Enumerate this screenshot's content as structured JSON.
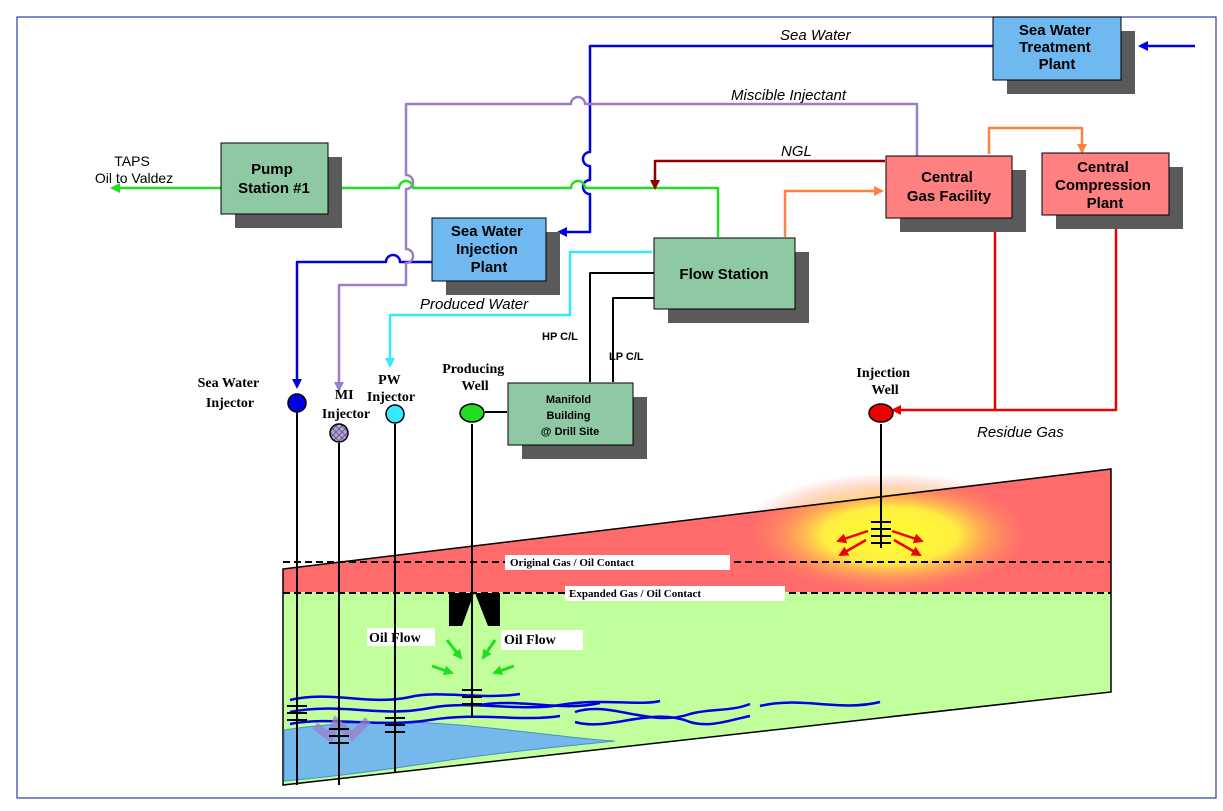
{
  "facilities": {
    "sea_water_treatment": [
      "Sea Water",
      "Treatment",
      "Plant"
    ],
    "pump_station": [
      "Pump",
      "Station #1"
    ],
    "sea_water_injection": [
      "Sea Water",
      "Injection",
      "Plant"
    ],
    "flow_station": [
      "Flow Station"
    ],
    "central_gas_facility": [
      "Central",
      "Gas Facility"
    ],
    "central_compression": [
      "Central",
      "Compression",
      "Plant"
    ],
    "manifold_building": [
      "Manifold",
      "Building",
      "@ Drill Site"
    ]
  },
  "flows": {
    "sea_water": "Sea Water",
    "miscible_injectant": "Miscible Injectant",
    "ngl": "NGL",
    "produced_water": "Produced Water",
    "residue_gas": "Residue Gas",
    "hp_cl": "HP C/L",
    "lp_cl": "LP C/L",
    "taps": [
      "TAPS",
      "Oil to Valdez"
    ]
  },
  "wells": {
    "sea_water_injector": [
      "Sea Water",
      "Injector"
    ],
    "mi_injector": [
      "MI",
      "Injector"
    ],
    "pw_injector": [
      "PW",
      "Injector"
    ],
    "producing_well": [
      "Producing",
      "Well"
    ],
    "injection_well": [
      "Injection",
      "Well"
    ]
  },
  "reservoir": {
    "original_contact": "Original Gas / Oil Contact",
    "expanded_contact": "Expanded Gas / Oil Contact",
    "oil_flow_left": "Oil Flow",
    "oil_flow_right": "Oil Flow"
  },
  "colors": {
    "sea_water": "#0000e0",
    "miscible_injectant": "#9a7fc8",
    "oil": "#22dd22",
    "ngl": "#8b0000",
    "gas": "#ff8040",
    "residue_gas": "#ee0000",
    "produced_water": "#33e8ff",
    "box_blue": "#6fb8f0",
    "box_green": "#8fc9a3",
    "box_red": "#ff8080"
  }
}
